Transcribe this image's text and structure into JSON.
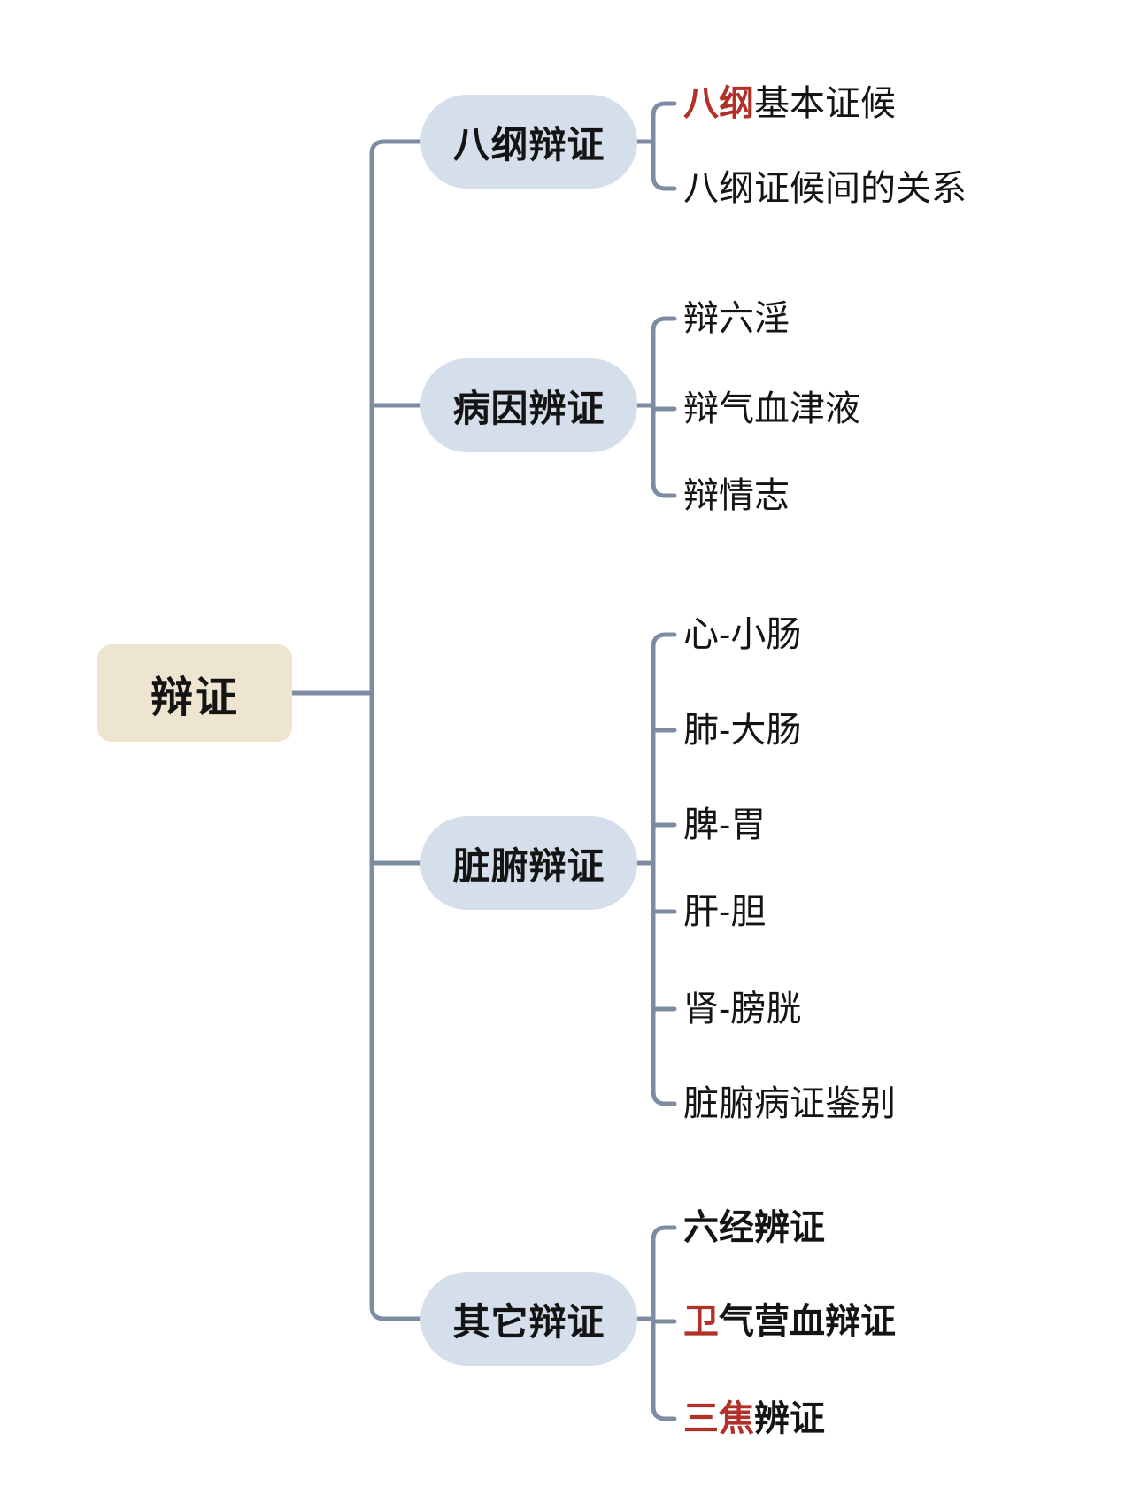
{
  "root": {
    "label": "辩证"
  },
  "branches": [
    {
      "label": "八纲辩证",
      "children": [
        {
          "prefix": "八纲",
          "rest": "基本证候"
        },
        {
          "prefix": "",
          "rest": "八纲证候间的关系"
        }
      ]
    },
    {
      "label": "病因辨证",
      "children": [
        {
          "prefix": "",
          "rest": "辩六淫"
        },
        {
          "prefix": "",
          "rest": "辩气血津液"
        },
        {
          "prefix": "",
          "rest": "辩情志"
        }
      ]
    },
    {
      "label": "脏腑辩证",
      "children": [
        {
          "prefix": "",
          "rest": "心-小肠"
        },
        {
          "prefix": "",
          "rest": "肺-大肠"
        },
        {
          "prefix": "",
          "rest": "脾-胃"
        },
        {
          "prefix": "",
          "rest": "肝-胆"
        },
        {
          "prefix": "",
          "rest": "肾-膀胱"
        },
        {
          "prefix": "",
          "rest": "脏腑病证鉴别"
        }
      ]
    },
    {
      "label": "其它辩证",
      "children": [
        {
          "prefix": "",
          "rest": "六经辨证"
        },
        {
          "prefix": "卫",
          "rest": "气营血辩证"
        },
        {
          "prefix": "三焦",
          "rest": "辨证"
        }
      ]
    }
  ],
  "colors": {
    "root_fill": "#ede5cf",
    "branch_fill": "#d5dfeb",
    "connector": "#7d8ca3",
    "accent_red": "#b23028",
    "text": "#141414"
  }
}
